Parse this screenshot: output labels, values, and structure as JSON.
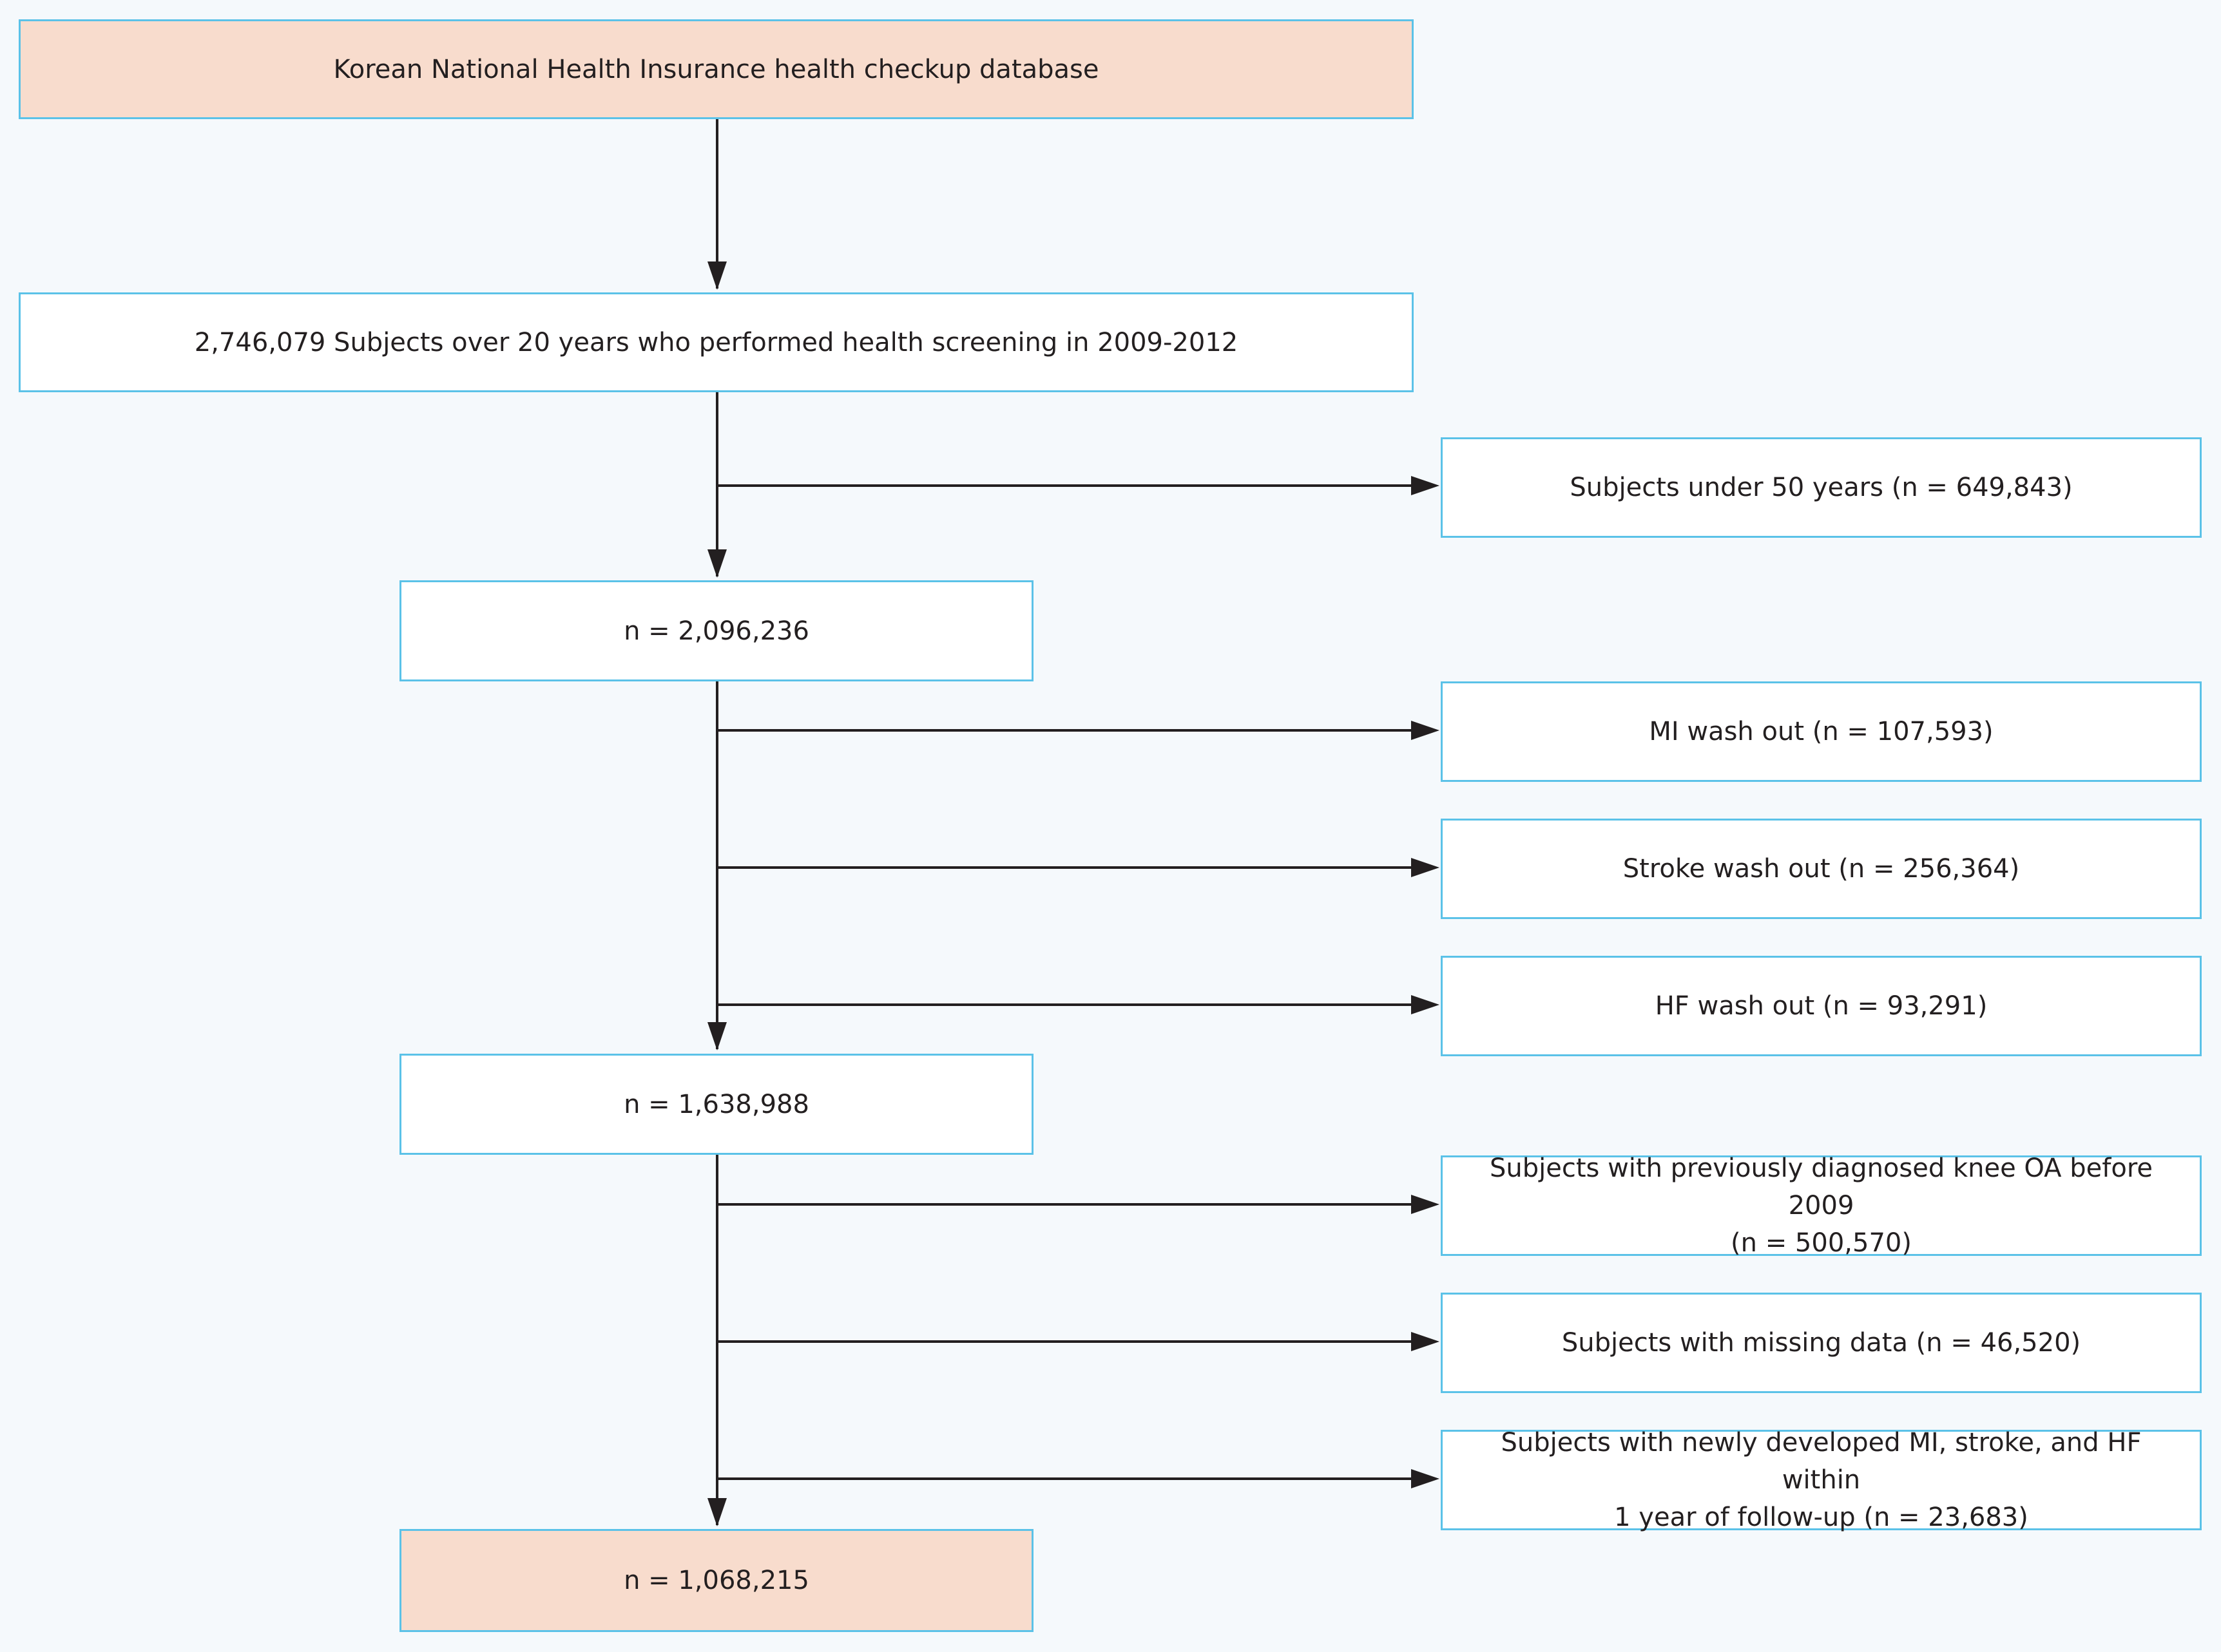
{
  "flowchart": {
    "source": "Korean National Health Insurance health checkup database",
    "screened": "2,746,079 Subjects over 20 years who performed health screening in 2009-2012",
    "step1": "n = 2,096,236",
    "step2": "n = 1,638,988",
    "final": "n = 1,068,215",
    "exclusions": {
      "under50": "Subjects under 50 years (n = 649,843)",
      "mi": "MI wash out (n = 107,593)",
      "stroke": "Stroke wash out (n = 256,364)",
      "hf": "HF wash out (n = 93,291)",
      "knee_oa_line1": "Subjects with previously diagnosed knee OA before 2009",
      "knee_oa_line2": "(n = 500,570)",
      "missing": "Subjects with missing data (n = 46,520)",
      "newly_line1": "Subjects with newly developed MI, stroke, and HF within",
      "newly_line2": "1 year of follow-up (n = 23,683)"
    }
  },
  "colors": {
    "border": "#5bc2e8",
    "highlight_fill": "#f8dccd",
    "arrow": "#231f20",
    "background": "#f5f9fc"
  }
}
